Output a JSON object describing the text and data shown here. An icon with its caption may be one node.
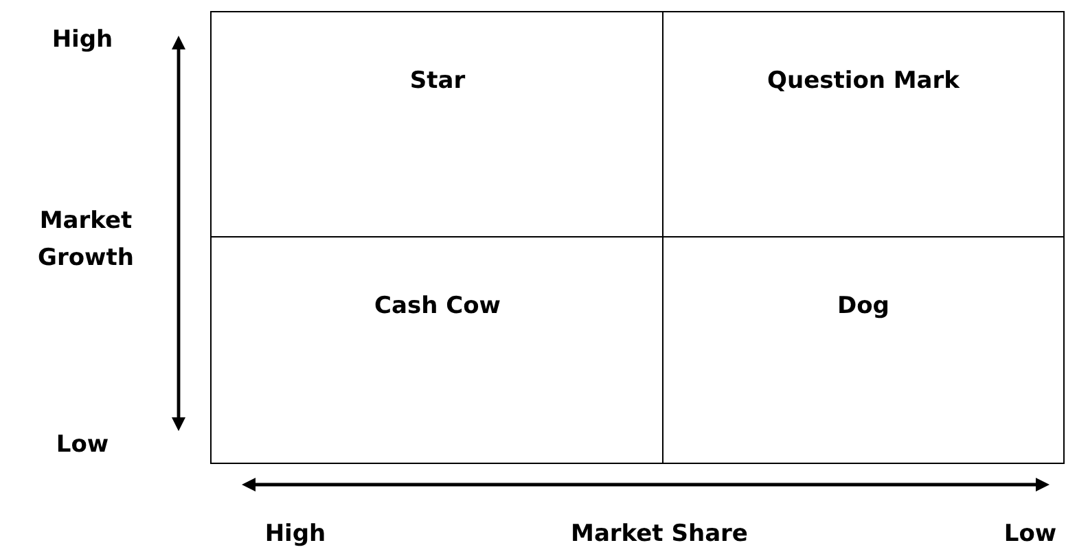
{
  "diagram": {
    "nodes": [
      {
        "text": [
          "Star"
        ]
      },
      {
        "text": [
          "Question Mark"
        ]
      },
      {
        "text": [
          "Cash Cow"
        ]
      },
      {
        "text": [
          "Dog"
        ]
      }
    ],
    "labels": [
      "High",
      "Market Growth",
      "Low",
      "High",
      "Market Share",
      "Low"
    ]
  }
}
